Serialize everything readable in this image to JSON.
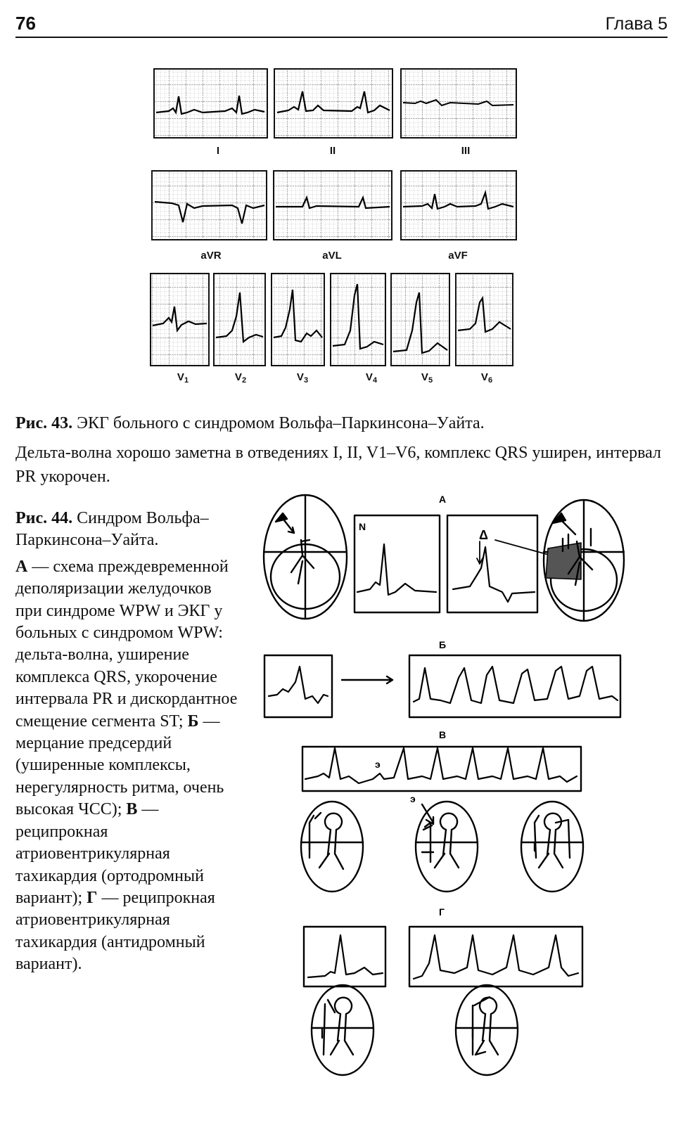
{
  "header": {
    "page_number": "76",
    "chapter": "Глава 5"
  },
  "fig43": {
    "limb_leads": [
      "I",
      "II",
      "III"
    ],
    "augmented_leads": [
      "aVR",
      "aVL",
      "aVF"
    ],
    "chest_leads": [
      {
        "base": "V",
        "sub": "1"
      },
      {
        "base": "V",
        "sub": "2"
      },
      {
        "base": "V",
        "sub": "3"
      },
      {
        "base": "V",
        "sub": "4"
      },
      {
        "base": "V",
        "sub": "5"
      },
      {
        "base": "V",
        "sub": "6"
      }
    ],
    "caption_label": "Рис. 43.",
    "caption_title": " ЭКГ больного с синдромом Вольфа–Паркинсона–Уайта.",
    "caption_body": "Дельта-волна хорошо заметна в отведениях I, II, V1–V6, комплекс QRS уширен, интервал PR укорочен."
  },
  "fig44": {
    "caption_label": "Рис. 44.",
    "caption_title": " Синдром Вольфа–Паркинсона–Уайта.",
    "part_a_label": "А",
    "part_a_text": " — схема преждевременной деполяризации желудочков при синдроме WPW и ЭКГ у больных с синдромом WPW: дельта-волна, уширение комплекса QRS, укорочение интервала PR и дискордантное смещение сегмента ST; ",
    "part_b_label": "Б",
    "part_b_text": " — мерцание предсердий (уширенные комплексы, нерегулярность ритма, очень высокая ЧСС); ",
    "part_v_label": "В",
    "part_v_text": " — реципрокная атриовентрикулярная тахикардия (ортодромный вариант); ",
    "part_g_label": "Г",
    "part_g_text": " — реципрокная атриовентрикулярная тахикардия (антидромный вариант).",
    "panel_labels": {
      "a": "А",
      "b": "Б",
      "v": "В",
      "g": "Г"
    },
    "ecg_labels": {
      "normal": "N",
      "delta": "Δ",
      "echo": "э"
    }
  }
}
